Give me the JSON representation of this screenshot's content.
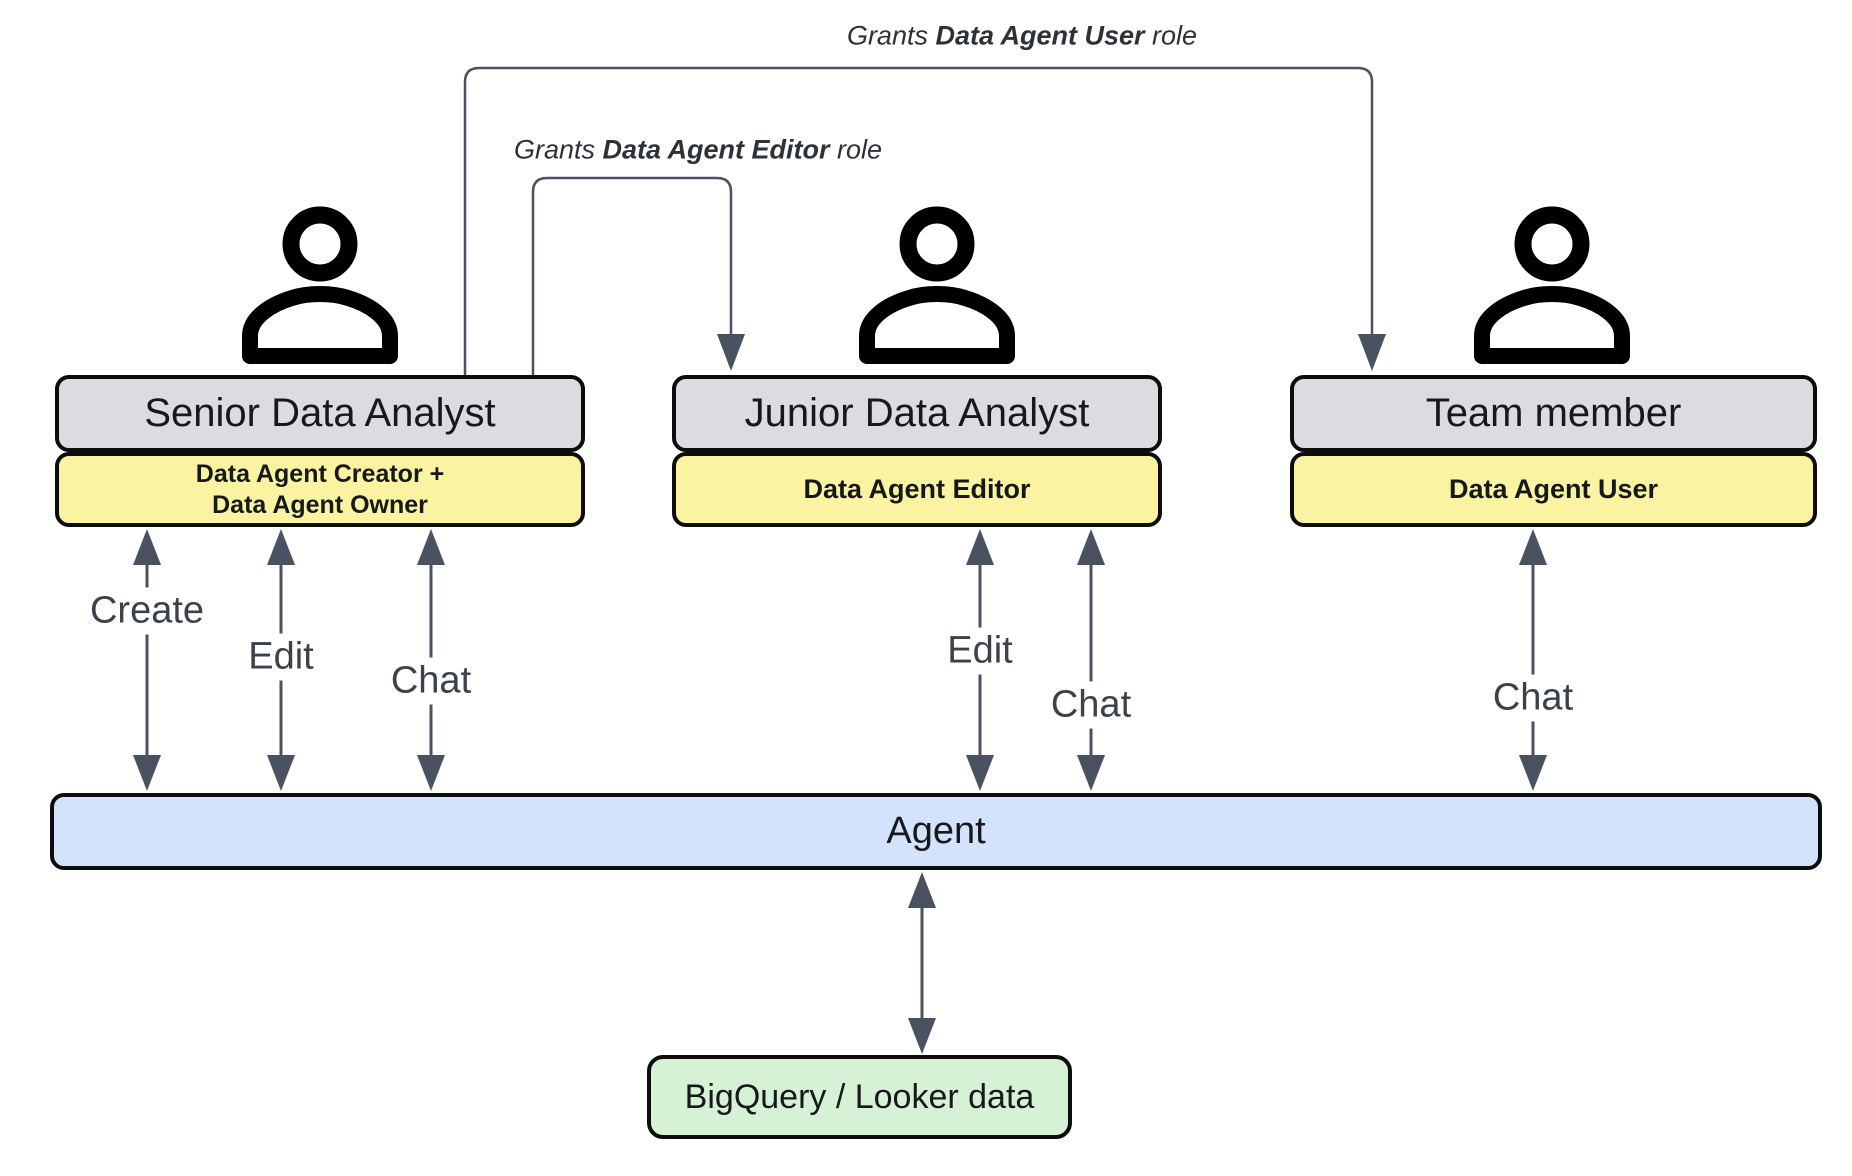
{
  "colors": {
    "actor-fill": "#dadce0",
    "role-fill": "#faf3a2",
    "agent-fill": "#d3e3fc",
    "data-fill": "#d6f2d6",
    "box-border": "#0d0d0d",
    "box-text": "#17181a",
    "arrow": "#4a5160",
    "label-text": "#3c424b",
    "grant-text": "#2d3138"
  },
  "grants": [
    {
      "prefix": "Grants ",
      "role": "Data Agent User",
      "suffix": " role"
    },
    {
      "prefix": "Grants ",
      "role": "Data Agent Editor",
      "suffix": " role"
    }
  ],
  "actors": [
    {
      "name": "Senior Data Analyst",
      "role_lines": [
        "Data Agent Creator +",
        "Data Agent Owner"
      ],
      "actions": [
        "Create",
        "Edit",
        "Chat"
      ]
    },
    {
      "name": "Junior Data Analyst",
      "role_lines": [
        "Data Agent Editor"
      ],
      "actions": [
        "Edit",
        "Chat"
      ]
    },
    {
      "name": "Team member",
      "role_lines": [
        "Data Agent User"
      ],
      "actions": [
        "Chat"
      ]
    }
  ],
  "agent": {
    "label": "Agent"
  },
  "datastore": {
    "label": "BigQuery / Looker data"
  }
}
